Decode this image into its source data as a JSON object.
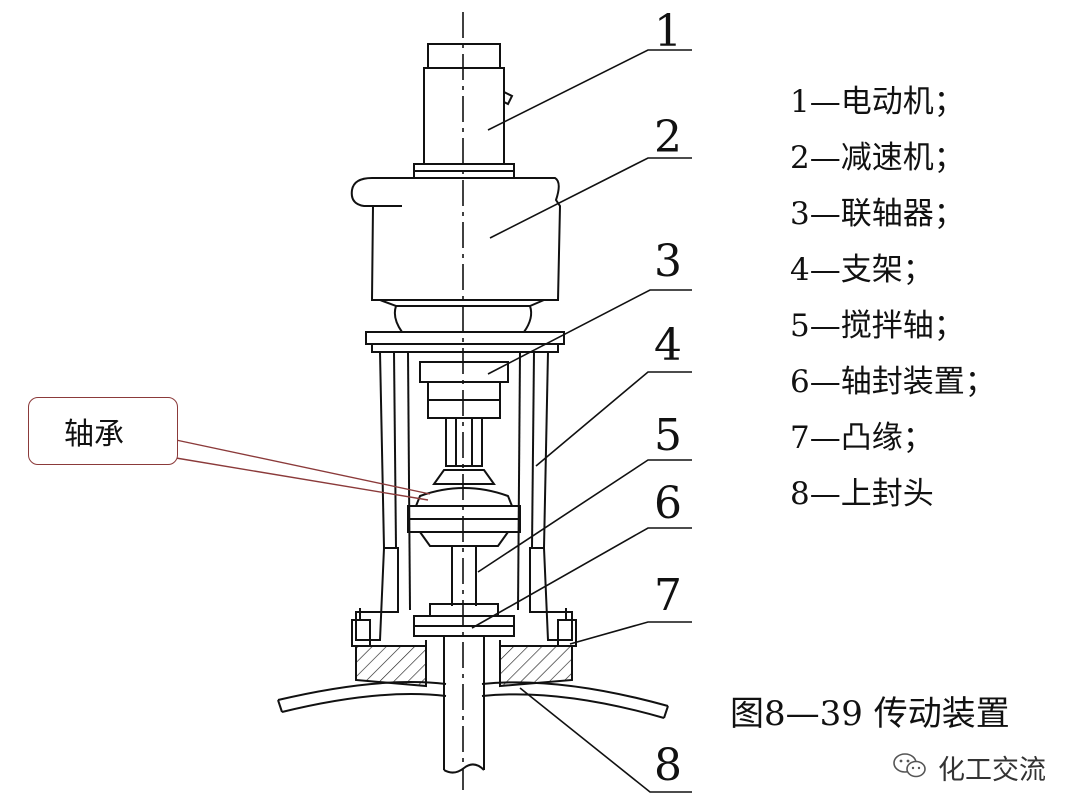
{
  "part_numbers": [
    "1",
    "2",
    "3",
    "4",
    "5",
    "6",
    "7",
    "8"
  ],
  "legend": [
    "1—电动机；",
    "2—减速机；",
    "3—联轴器；",
    "4—支架；",
    "5—搅拌轴；",
    "6—轴封装置；",
    "7—凸缘；",
    "8—上封头"
  ],
  "callout": {
    "label": "轴承"
  },
  "caption": "图8—39  传动装置",
  "watermark": {
    "text": "化工交流",
    "icon": "wechat-icon"
  }
}
